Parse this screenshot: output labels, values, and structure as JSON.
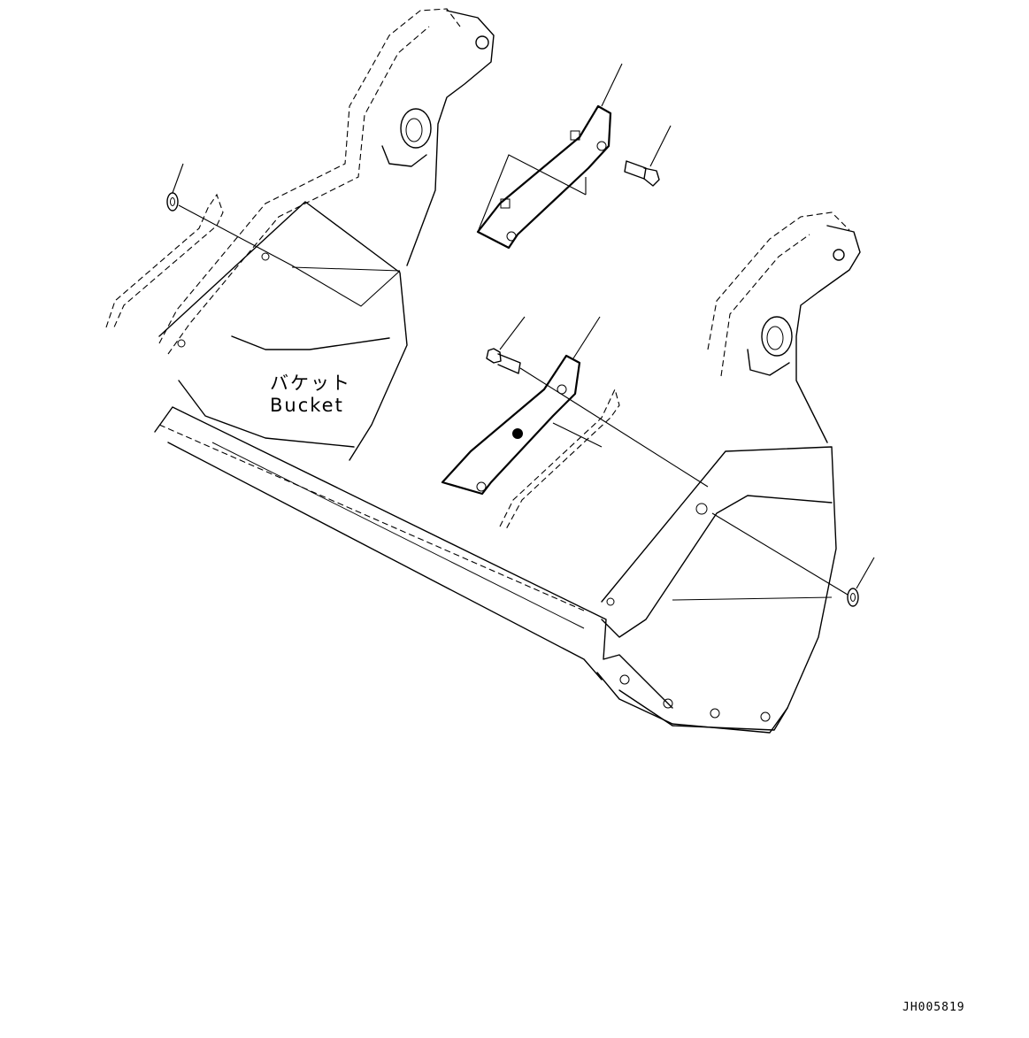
{
  "labels": {
    "japanese": "バケット",
    "english": "Bucket"
  },
  "drawing_code": "JH005819"
}
